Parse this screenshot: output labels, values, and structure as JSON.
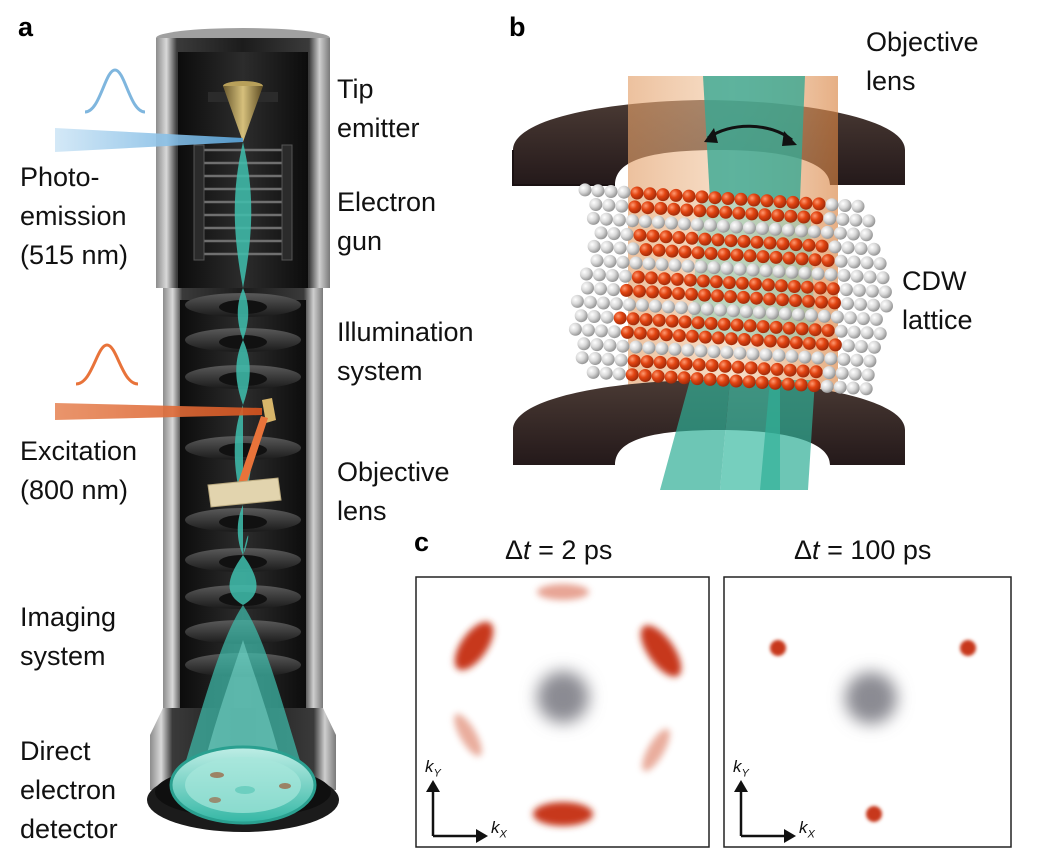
{
  "panels": {
    "a": "a",
    "b": "b",
    "c": "c"
  },
  "panel_a": {
    "labels": {
      "tip_emitter": [
        "Tip",
        "emitter"
      ],
      "electron_gun": [
        "Electron",
        "gun"
      ],
      "illumination_system": [
        "Illumination",
        "system"
      ],
      "objective_lens": [
        "Objective",
        "lens"
      ],
      "photoemission": [
        "Photo-",
        "emission",
        "(515 nm)"
      ],
      "excitation": [
        "Excitation",
        "(800 nm)"
      ],
      "imaging_system": [
        "Imaging",
        "system"
      ],
      "direct_electron_detector": [
        "Direct",
        "electron",
        "detector"
      ]
    },
    "colors": {
      "photoemission_beam": "#8fc3e6",
      "excitation_beam": "#e8733a",
      "electron_beam": "#3fbfae",
      "column": "#1a1a1a"
    }
  },
  "panel_b": {
    "labels": {
      "objective_lens": [
        "Objective",
        "lens"
      ],
      "cdw_lattice": [
        "CDW",
        "lattice"
      ]
    },
    "colors": {
      "lens": "#3b2a25",
      "atom_red": "#e24512",
      "atom_gray": "#d7d7d7",
      "beam": "#3aa896",
      "laser": "#e79b5a"
    }
  },
  "panel_c": {
    "plots": [
      {
        "delta_t_symbol": "Δ",
        "delta_t_var": "t",
        "delta_t_rest": " = 2 ps"
      },
      {
        "delta_t_symbol": "Δ",
        "delta_t_var": "t",
        "delta_t_rest": " = 100 ps"
      }
    ],
    "axis": {
      "ky": "k",
      "ky_sub": "Y",
      "kx": "k",
      "kx_sub": "X"
    },
    "colors": {
      "spot": "#c7371a",
      "center": "#8b8b93"
    }
  }
}
